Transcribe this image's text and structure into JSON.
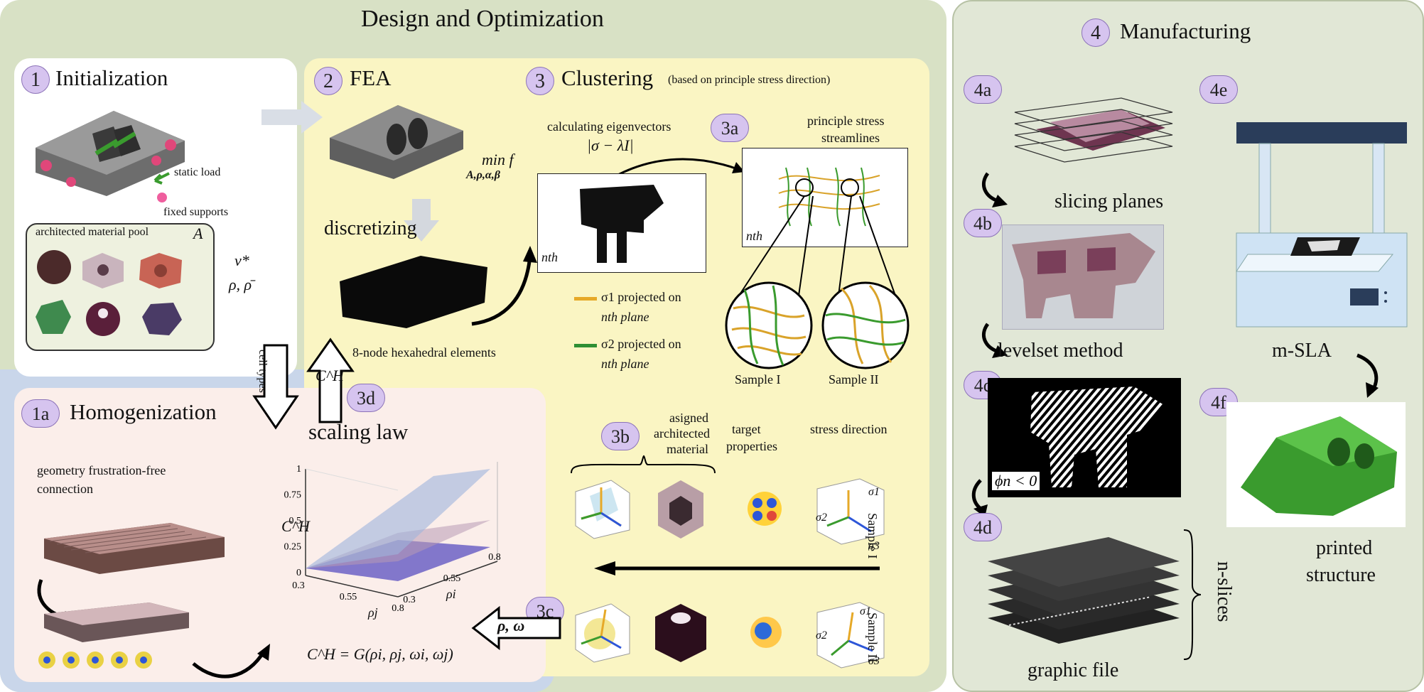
{
  "design_panel": {
    "title": "Design and Optimization",
    "initialization": {
      "num": "1",
      "title": "Initialization",
      "static_load": "static load",
      "fixed_supports": "fixed supports",
      "pool_label": "architected material pool",
      "pool_symbol": "A",
      "v_star": "v*",
      "rho_bounds": "ρ, ρ̄"
    },
    "fea": {
      "num": "2",
      "title": "FEA",
      "min_f": "min f",
      "min_sub": "A,ρ,α,β",
      "discretizing": "discretizing",
      "hex_elements": "8-node hexahedral elements"
    },
    "clustering": {
      "num": "3",
      "title": "Clustering",
      "subtitle": "(based on principle stress direction)",
      "eigen_line1": "calculating eigenvectors",
      "eigen_line2": "|σ − λI|",
      "nth": "nth",
      "legend_s1_a": "σ1 projected on",
      "legend_s1_b": "nth plane",
      "legend_s2_a": "σ2 projected on",
      "legend_s2_b": "nth plane",
      "sample1": "Sample I",
      "sample2": "Sample II"
    },
    "step_3a": {
      "num": "3a",
      "label_l1": "principle stress",
      "label_l2": "streamlines"
    },
    "step_3b": {
      "num": "3b",
      "assigned_l1": "asigned",
      "assigned_l2": "architected",
      "assigned_l3": "material",
      "target_l1": "target",
      "target_l2": "properties",
      "stress_direction": "stress direction",
      "sample_i_vert": "Sample I",
      "sample_ii_vert": "Sample II",
      "sigma1": "σ1",
      "sigma2": "σ2",
      "sigma3": "σ3"
    },
    "step_3c": {
      "num": "3c",
      "rho_omega": "ρ, ω"
    },
    "step_3d": {
      "num": "3d",
      "scaling_law": "scaling law",
      "ch": "C^H"
    },
    "cell_types": "cell types",
    "homogenization": {
      "num": "1a",
      "title": "Homogenization",
      "geo_l1": "geometry frustration-free",
      "geo_l2": "connection"
    },
    "equation": "C^H = G(ρi, ρj, ωi, ωj)"
  },
  "plot": {
    "ylabel": "C^H",
    "yticks": [
      "1",
      "0.75",
      "0.5",
      "0.25",
      "0"
    ],
    "xj_ticks": [
      "0.3",
      "0.55",
      "0.8"
    ],
    "xi_ticks": [
      "0.3",
      "0.55",
      "0.8"
    ],
    "xlabel_j": "ρj",
    "xlabel_i": "ρi"
  },
  "manufacturing": {
    "num": "4",
    "title": "Manufacturing",
    "s4a": {
      "num": "4a",
      "label": "slicing planes"
    },
    "s4b": {
      "num": "4b",
      "label": "levelset method"
    },
    "s4c": {
      "num": "4c",
      "phi": "ϕn < 0"
    },
    "s4d": {
      "num": "4d",
      "label": "graphic file",
      "n_slices": "n-slices"
    },
    "s4e": {
      "num": "4e",
      "label": "m-SLA"
    },
    "s4f": {
      "num": "4f",
      "label_l1": "printed",
      "label_l2": "structure"
    }
  }
}
